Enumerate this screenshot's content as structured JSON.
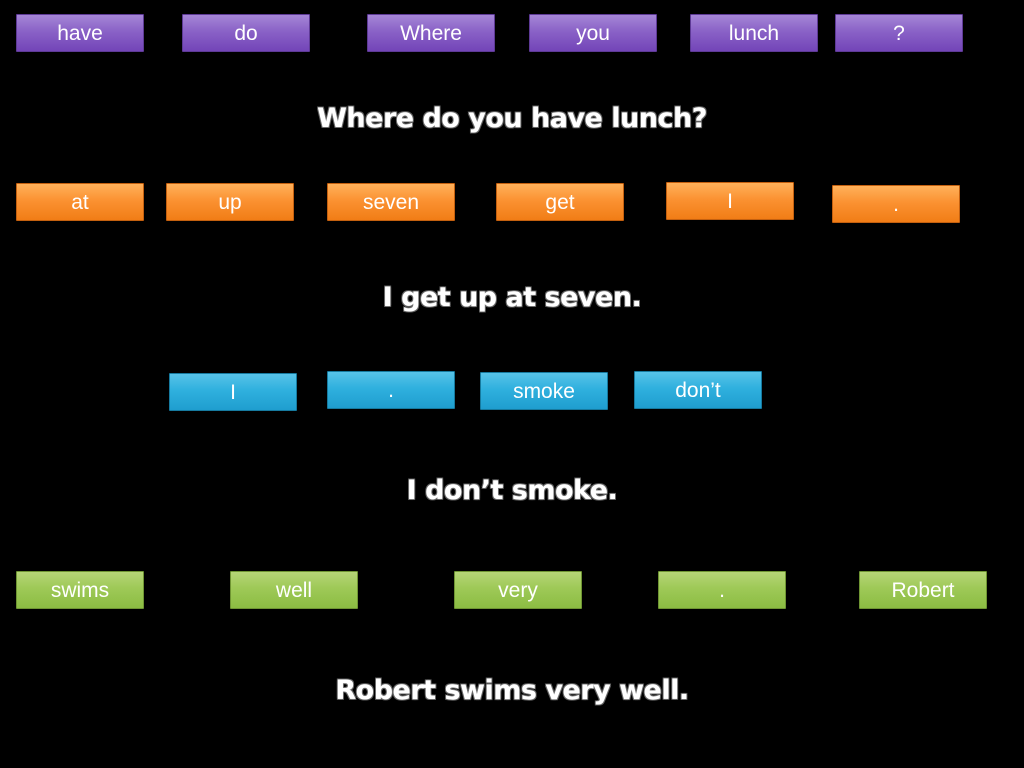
{
  "rows": [
    {
      "color": "purple",
      "words": [
        "have",
        "do",
        "Where",
        "you",
        "lunch",
        "?"
      ],
      "sentence": "Where do you have lunch?"
    },
    {
      "color": "orange",
      "words": [
        "at",
        "up",
        "seven",
        "get",
        "I",
        "."
      ],
      "sentence": "I get up at seven."
    },
    {
      "color": "blue",
      "words": [
        "I",
        ".",
        "smoke",
        "don’t"
      ],
      "sentence": "I don’t smoke."
    },
    {
      "color": "green",
      "words": [
        "swims",
        "well",
        "very",
        ".",
        "Robert"
      ],
      "sentence": "Robert swims very well."
    }
  ],
  "colors": {
    "purple": "#8a62c7",
    "orange": "#fb9232",
    "blue": "#2fb0de",
    "green": "#9ec957",
    "background": "#000000",
    "text": "#ffffff"
  }
}
